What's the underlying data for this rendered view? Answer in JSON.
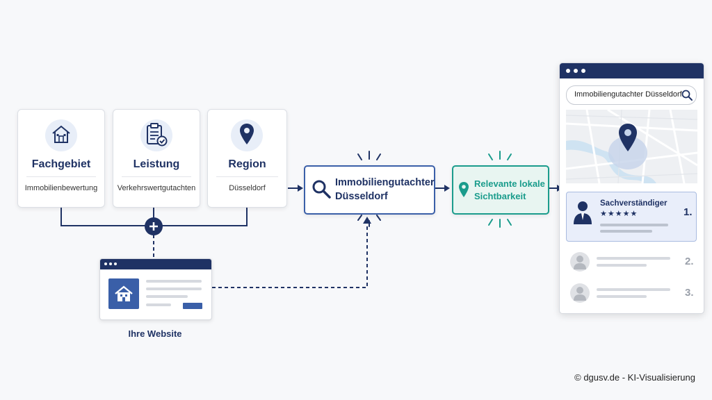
{
  "cards": [
    {
      "title": "Fachgebiet",
      "sub": "Immobilienbewertung",
      "icon": "house-icon"
    },
    {
      "title": "Leistung",
      "sub": "Verkehrswertgutachten",
      "icon": "clipboard-check-icon"
    },
    {
      "title": "Region",
      "sub": "Düsseldorf",
      "icon": "location-pin-icon"
    }
  ],
  "search_box": {
    "line1": "Immobiliengutachter",
    "line2": "Düsseldorf"
  },
  "visibility_box": {
    "line1": "Relevante lokale",
    "line2": "Sichtbarkeit"
  },
  "website": {
    "label": "Ihre Website"
  },
  "browser": {
    "search_value": "Immobiliengutachter Düsseldorf",
    "results": [
      {
        "name": "Sachverständiger",
        "rank": "1.",
        "stars": "★★★★★"
      },
      {
        "rank": "2."
      },
      {
        "rank": "3."
      }
    ]
  },
  "footer": {
    "credit": "© dgusv.de - KI-Visualisierung"
  },
  "colors": {
    "navy": "#1f3264",
    "teal": "#1a9c8c",
    "accent_blue": "#3a5fa8"
  }
}
